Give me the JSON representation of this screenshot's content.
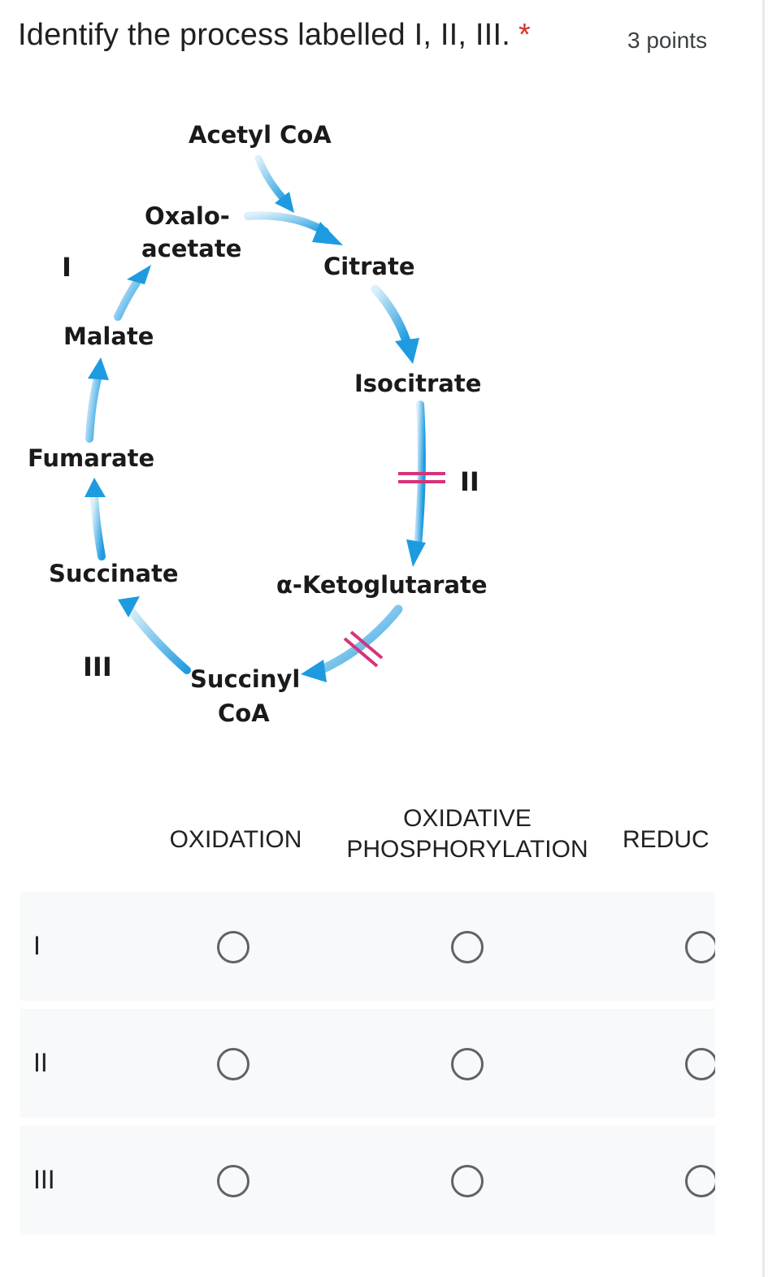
{
  "question": {
    "title": "Identify the process labelled I, II, III.",
    "required_mark": "*",
    "points": "3 points"
  },
  "diagram": {
    "labels": {
      "acetyl_coa": "Acetyl CoA",
      "oxalo": "Oxalo-",
      "acetate": "acetate",
      "citrate": "Citrate",
      "isocitrate": "Isocitrate",
      "alpha_ketoglutarate": "α-Ketoglutarate",
      "succinyl": "Succinyl",
      "coa": "CoA",
      "succinate": "Succinate",
      "fumarate": "Fumarate",
      "malate": "Malate",
      "roman_1": "I",
      "roman_2": "II",
      "roman_3": "III"
    },
    "colors": {
      "arrow": "#1e9be0",
      "inhibitor": "#d6337a"
    }
  },
  "grid": {
    "columns": [
      "OXIDATION",
      "OXIDATIVE PHOSPHORYLATION",
      "REDUC"
    ],
    "column_lines": {
      "oxidative_line1": "OXIDATIVE",
      "oxidative_line2": "PHOSPHORYLATION"
    },
    "rows": [
      {
        "label": "I"
      },
      {
        "label": "II"
      },
      {
        "label": "III"
      }
    ]
  }
}
